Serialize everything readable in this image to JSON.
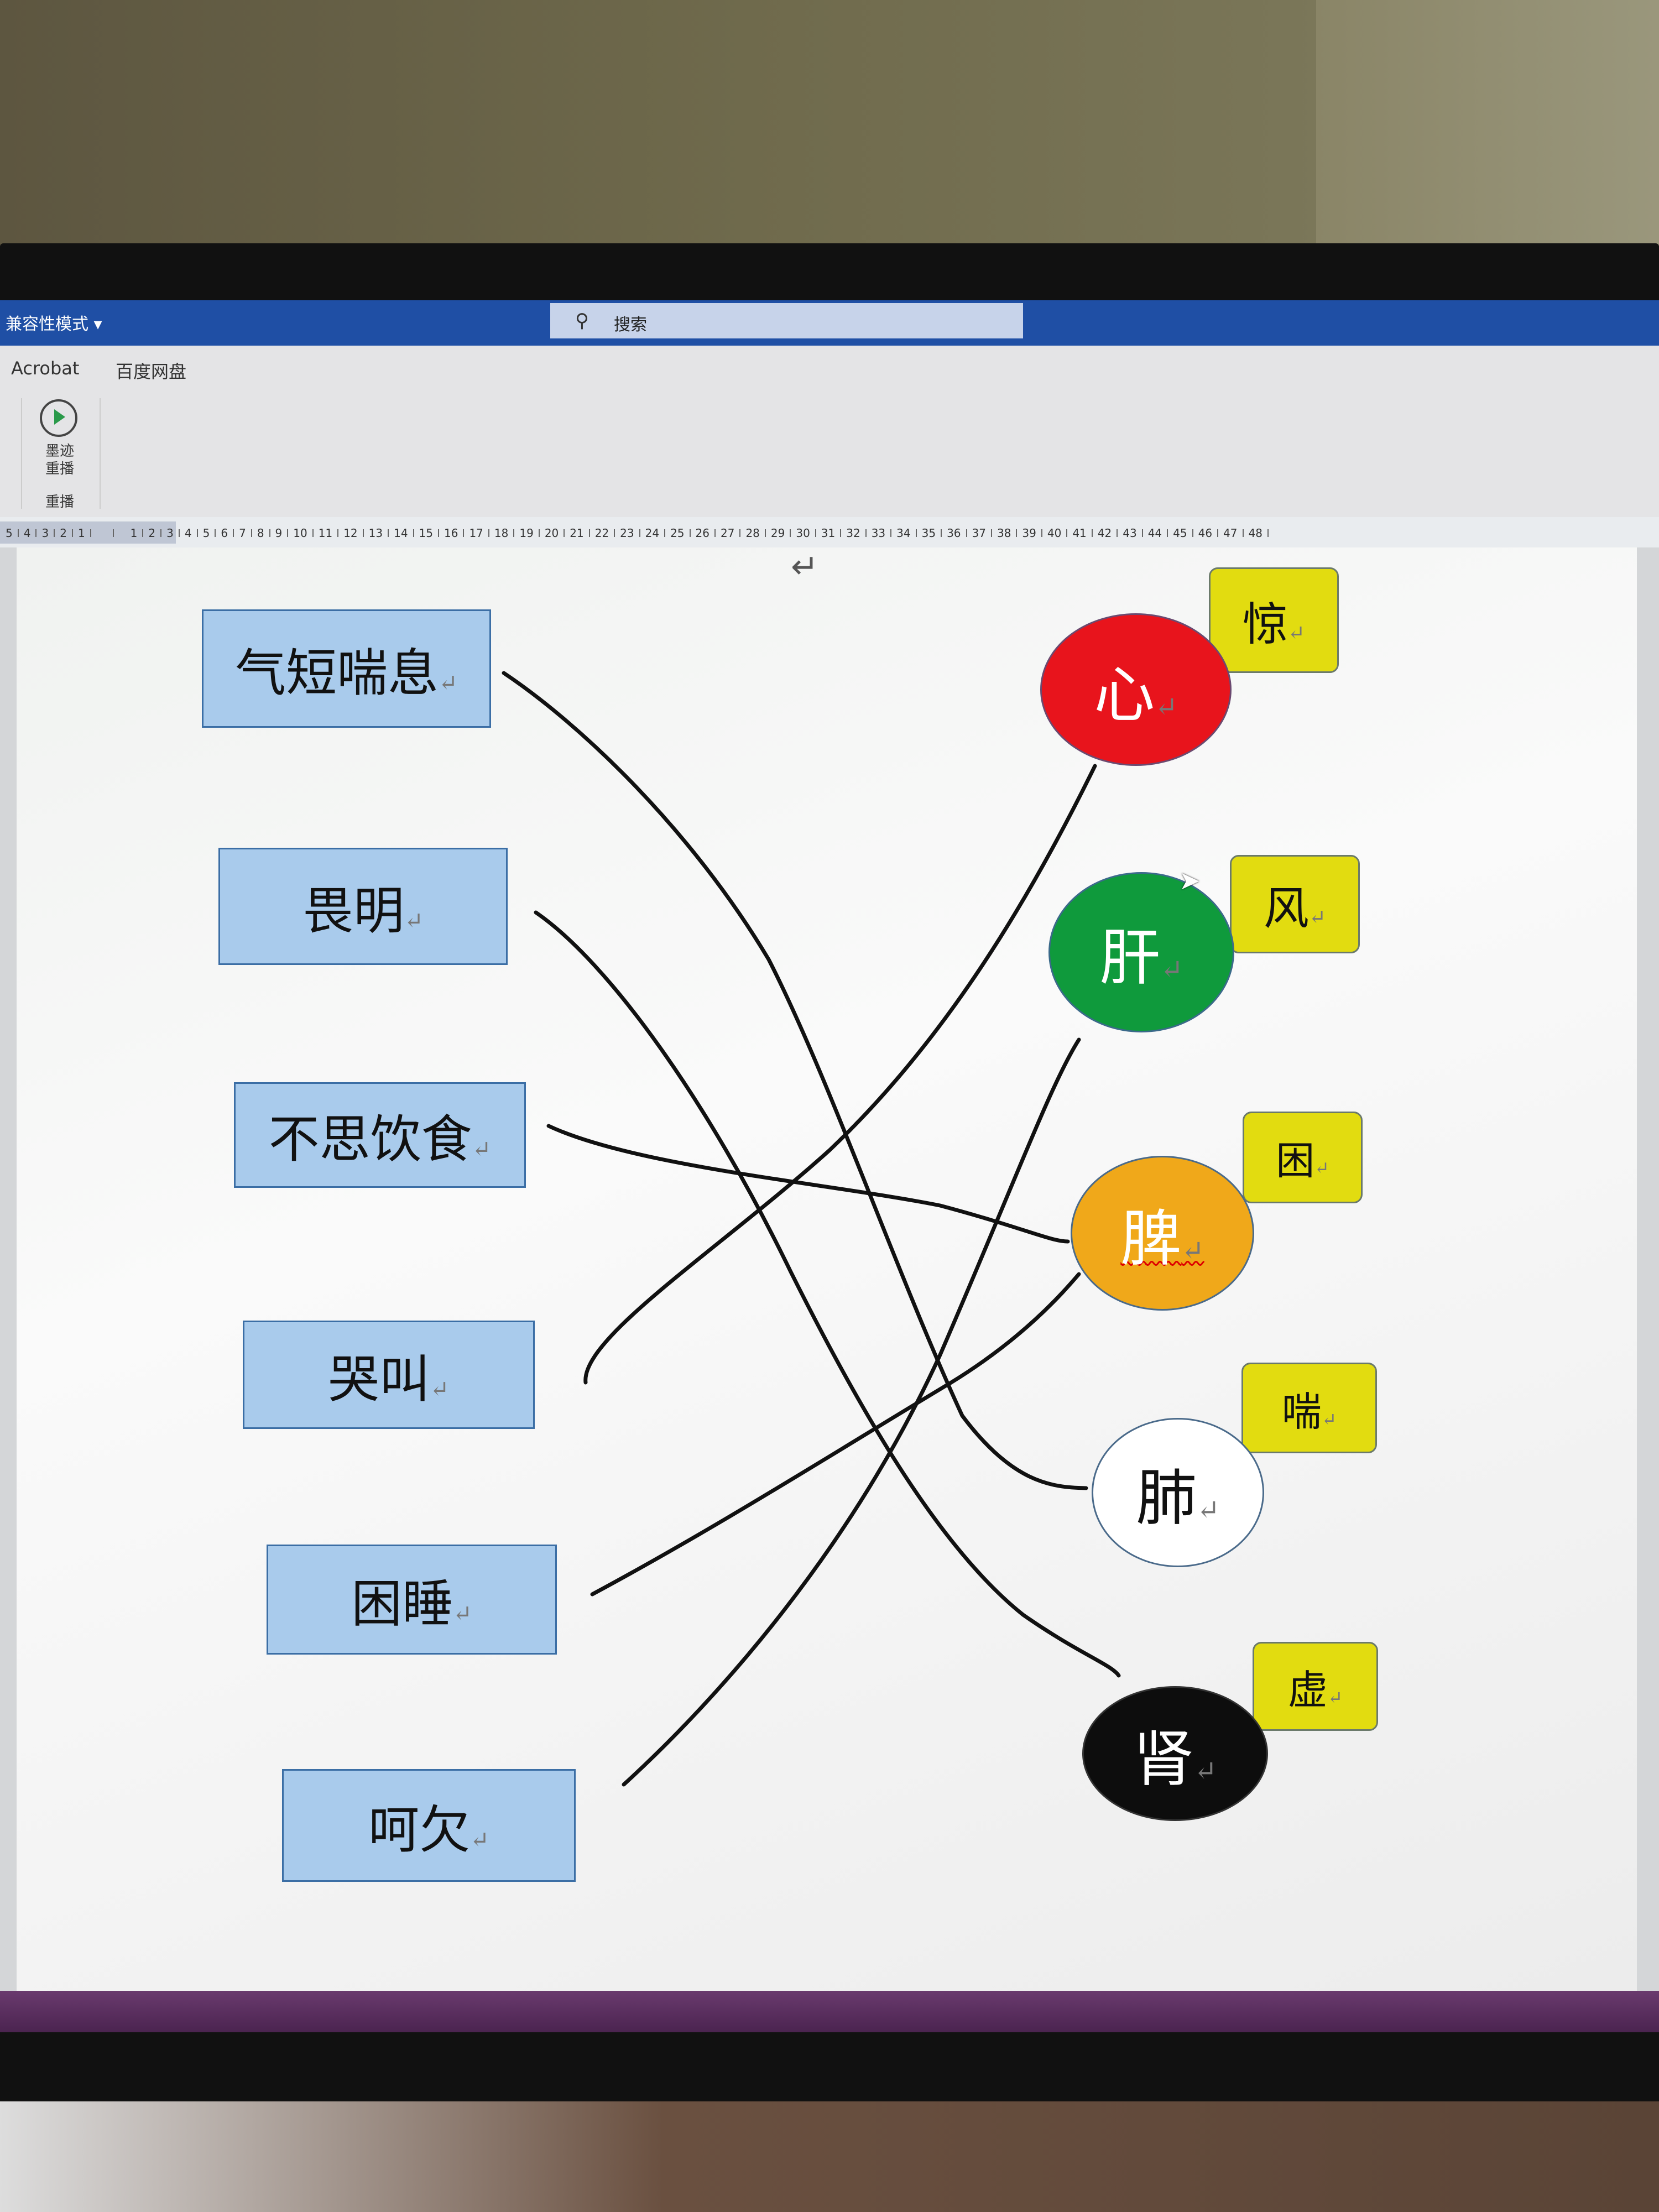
{
  "titlebar": {
    "mode_label": "兼容性模式 ▾",
    "search_placeholder": "搜索",
    "search_icon": "search-icon"
  },
  "ribbon": {
    "tabs": [
      "Acrobat",
      "百度网盘"
    ],
    "ink_replay": {
      "label_line1": "墨迹",
      "label_line2": "重播",
      "group_label": "重播",
      "icon": "ink-replay-icon"
    }
  },
  "ruler": {
    "left": [
      5,
      4,
      3,
      2,
      1
    ],
    "right": [
      1,
      2,
      3,
      4,
      5,
      6,
      7,
      8,
      9,
      10,
      11,
      12,
      13,
      14,
      15,
      16,
      17,
      18,
      19,
      20,
      21,
      22,
      23,
      24,
      25,
      26,
      27,
      28,
      29,
      30,
      31,
      32,
      33,
      34,
      35,
      36,
      37,
      38,
      39,
      40,
      41,
      42,
      43,
      44,
      45,
      46,
      47,
      48
    ]
  },
  "document": {
    "paragraph_mark": "↵",
    "symptoms": [
      "气短喘息",
      "畏明",
      "不思饮食",
      "哭叫",
      "困睡",
      "呵欠"
    ],
    "organs": [
      {
        "name": "心",
        "color": "#e8141c",
        "text_color": "#ffffff"
      },
      {
        "name": "肝",
        "color": "#0f9a3c",
        "text_color": "#ffffff"
      },
      {
        "name": "脾",
        "color": "#f0a81a",
        "text_color": "#ffffff"
      },
      {
        "name": "肺",
        "color": "#ffffff",
        "text_color": "#111111"
      },
      {
        "name": "肾",
        "color": "#0d0d0d",
        "text_color": "#ffffff"
      }
    ],
    "traits": [
      "惊",
      "风",
      "困",
      "喘",
      "虚"
    ],
    "drawn_connections": [
      {
        "from": "气短喘息",
        "to": "肺"
      },
      {
        "from": "畏明",
        "to": "肾"
      },
      {
        "from": "不思饮食",
        "to": "脾"
      },
      {
        "from": "哭叫",
        "to": "心"
      },
      {
        "from": "困睡",
        "to": "脾"
      },
      {
        "from": "呵欠",
        "to": "肝"
      }
    ]
  }
}
